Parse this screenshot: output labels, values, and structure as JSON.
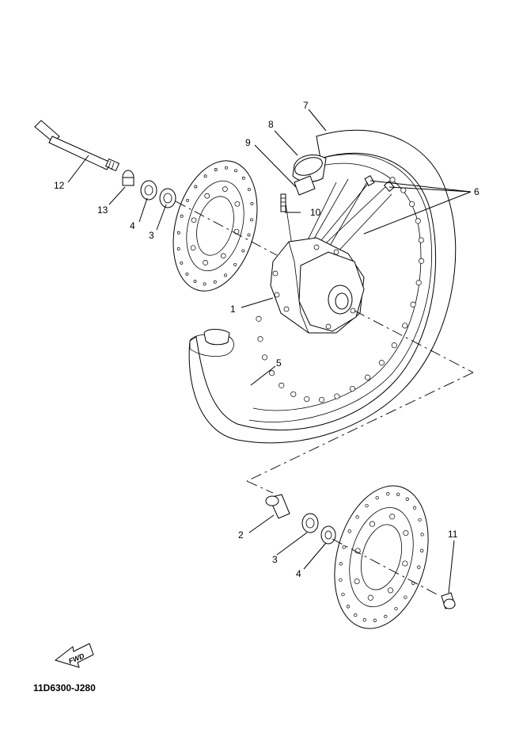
{
  "diagram": {
    "code": "11D6300-J280",
    "fwd_label": "FWD",
    "callouts": {
      "c1": "1",
      "c2": "2",
      "c3a": "3",
      "c3b": "3",
      "c4a": "4",
      "c4b": "4",
      "c5": "5",
      "c6": "6",
      "c7": "7",
      "c8": "8",
      "c9": "9",
      "c10": "10",
      "c11": "11",
      "c12": "12",
      "c13": "13"
    }
  }
}
